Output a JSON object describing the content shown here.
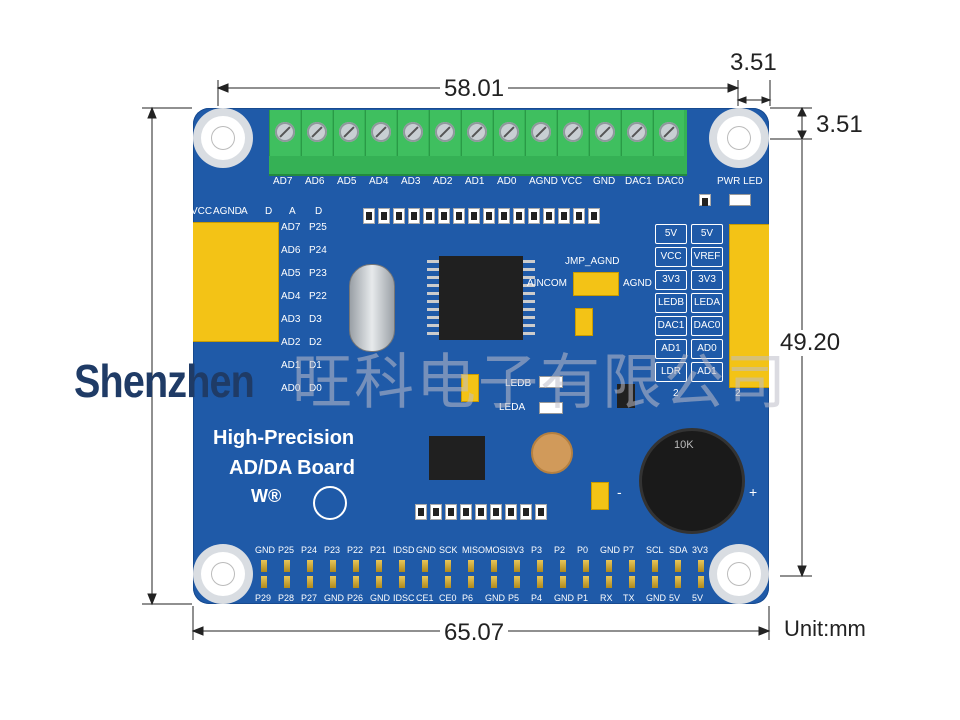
{
  "dimensions": {
    "top_width": "58.01",
    "corner_offset_x": "3.51",
    "corner_offset_y": "3.51",
    "height": "49.20",
    "bottom_width": "65.07",
    "unit": "Unit:mm"
  },
  "watermark": {
    "latin": "Shenzhen",
    "chinese": "旺科电子有限公司"
  },
  "board": {
    "title_line1": "High-Precision",
    "title_line2": "AD/DA Board",
    "terminal_labels": [
      "AD7",
      "AD6",
      "AD5",
      "AD4",
      "AD3",
      "AD2",
      "AD1",
      "AD0",
      "AGND",
      "VCC",
      "GND",
      "DAC1",
      "DAC0"
    ],
    "pwr_led": "PWR LED",
    "jmp_agnd": "JMP_AGND",
    "aincom": "AINCOM",
    "agnd": "AGND",
    "leftheader_top": [
      "VCC",
      "AGND",
      "A",
      "D",
      "A",
      "D"
    ],
    "leftheader_rows": [
      {
        "a": "AD7",
        "d": "P25"
      },
      {
        "a": "AD6",
        "d": "P24"
      },
      {
        "a": "AD5",
        "d": "P23"
      },
      {
        "a": "AD4",
        "d": "P22"
      },
      {
        "a": "AD3",
        "d": "D3"
      },
      {
        "a": "AD2",
        "d": "D2"
      },
      {
        "a": "AD1",
        "d": "D1"
      },
      {
        "a": "AD0",
        "d": "D0"
      }
    ],
    "jumper_left": [
      "5V",
      "VCC",
      "3V3",
      "LEDB",
      "DAC1",
      "AD1",
      "LDR"
    ],
    "jumper_right": [
      "5V",
      "VREF",
      "3V3",
      "LEDA",
      "DAC0",
      "AD0",
      "AD1"
    ],
    "jumper_nums": [
      "2",
      "2"
    ],
    "leds": [
      "LEDB",
      "LEDA"
    ],
    "pot_label": "10K",
    "pot_minus": "-",
    "pot_plus": "+",
    "gpio_top": [
      "GND",
      "P25",
      "P24",
      "P23",
      "P22",
      "P21",
      "IDSD",
      "GND",
      "SCK",
      "MISO",
      "MOSI",
      "3V3",
      "P3",
      "P2",
      "P0",
      "GND",
      "P7",
      "SCL",
      "SDA",
      "3V3"
    ],
    "gpio_bottom": [
      "P29",
      "P28",
      "P27",
      "GND",
      "P26",
      "GND",
      "IDSC",
      "CE1",
      "CE0",
      "P6",
      "GND",
      "P5",
      "P4",
      "GND",
      "P1",
      "RX",
      "TX",
      "GND",
      "5V",
      "5V"
    ]
  },
  "colors": {
    "pcb": "#1f5aa8",
    "terminal": "#3fbf5f",
    "header": "#f3c316"
  }
}
